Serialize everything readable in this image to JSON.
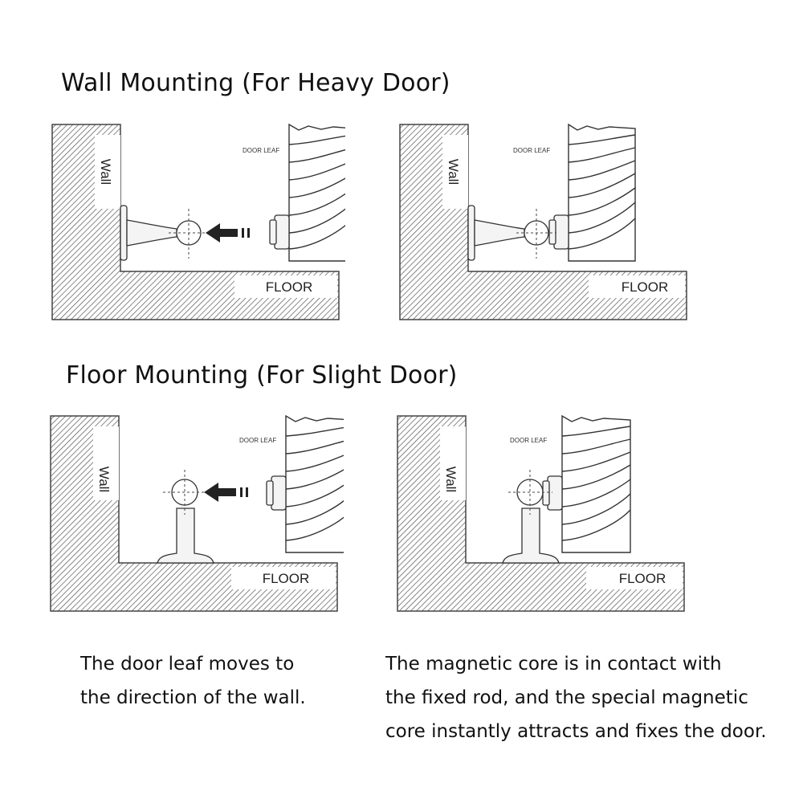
{
  "sections": [
    {
      "title": "Wall Mounting (For Heavy Door)"
    },
    {
      "title": "Floor Mounting (For Slight Door)"
    }
  ],
  "labels": {
    "wall": "Wall",
    "floor": "FLOOR",
    "door_leaf": "DOOR LEAF"
  },
  "captions": {
    "left": [
      "The door leaf moves to",
      "the direction of the wall."
    ],
    "right": [
      "The magnetic core is in contact with",
      "the fixed rod, and the special magnetic",
      "core instantly attracts and fixes the door."
    ]
  }
}
